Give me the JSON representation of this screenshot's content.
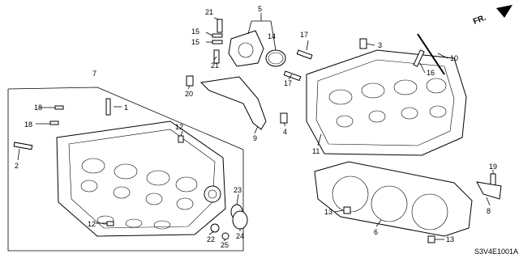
{
  "diagram": {
    "code": "S3V4E1001A",
    "direction_mark": "FR.",
    "callouts": [
      "1",
      "2",
      "3",
      "4",
      "5",
      "6",
      "7",
      "8",
      "9",
      "10",
      "11",
      "12",
      "12",
      "13",
      "13",
      "14",
      "15",
      "15",
      "16",
      "17",
      "17",
      "18",
      "18",
      "19",
      "20",
      "21",
      "21",
      "22",
      "23",
      "24",
      "25"
    ]
  }
}
